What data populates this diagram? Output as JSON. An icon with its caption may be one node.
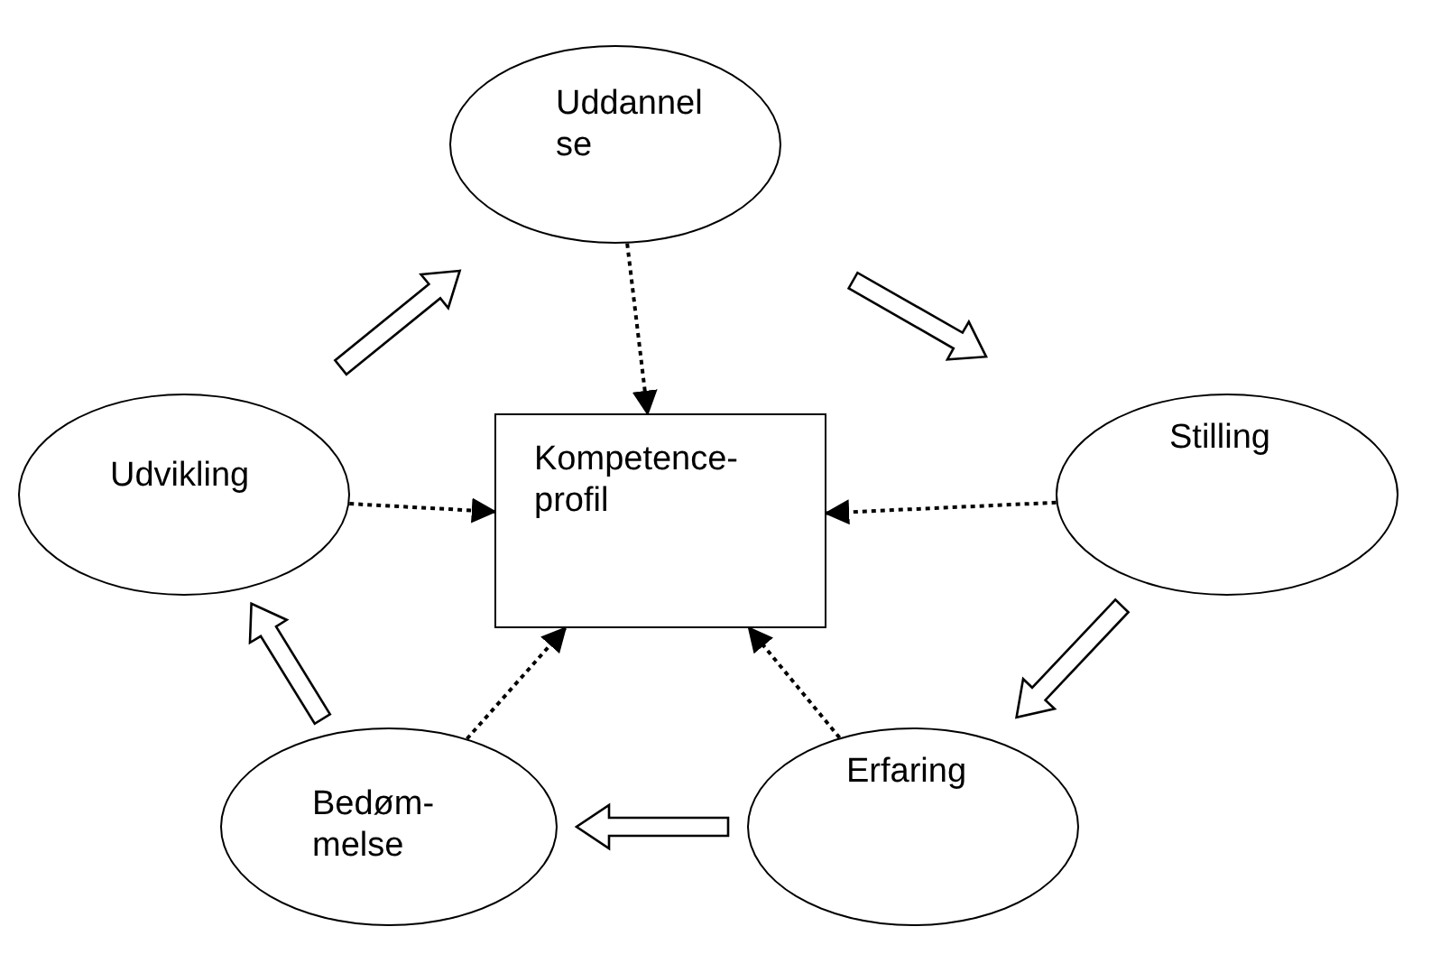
{
  "diagram": {
    "nodes": [
      {
        "text": [
          "Uddannel se"
        ]
      },
      {
        "text": [
          "Kompetence- profil"
        ]
      },
      {
        "text": [
          "Udvikling"
        ]
      },
      {
        "text": [
          "Stilling"
        ]
      },
      {
        "text": [
          "Bedøm- melse"
        ]
      },
      {
        "text": [
          "Erfaring"
        ]
      }
    ],
    "edges": [
      {
        "from": 0,
        "to": 3,
        "arrow": "to"
      },
      {
        "from": 3,
        "to": 5,
        "arrow": "to"
      },
      {
        "from": 5,
        "to": 4,
        "arrow": "to"
      },
      {
        "from": 4,
        "to": 2,
        "arrow": "to"
      },
      {
        "from": 2,
        "to": 0,
        "arrow": "to"
      },
      {
        "from": 0,
        "to": 1,
        "arrow": "to",
        "style": "dashed"
      },
      {
        "from": 2,
        "to": 1,
        "arrow": "to",
        "style": "dashed"
      },
      {
        "from": 3,
        "to": 1,
        "arrow": "to",
        "style": "dashed"
      },
      {
        "from": 4,
        "to": 1,
        "arrow": "to",
        "style": "dashed"
      },
      {
        "from": 5,
        "to": 1,
        "arrow": "to",
        "style": "dashed"
      }
    ]
  }
}
